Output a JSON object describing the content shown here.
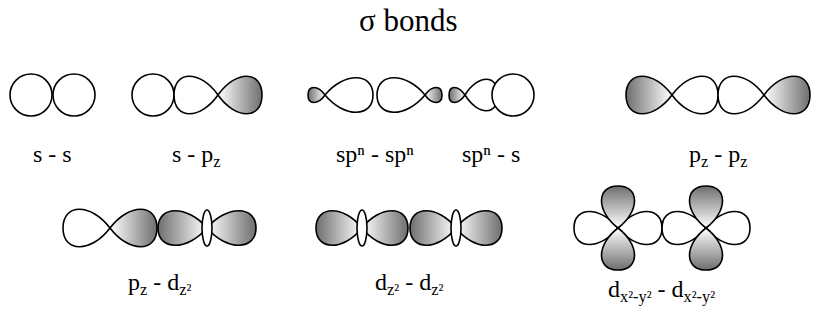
{
  "diagram": {
    "title": "σ bonds",
    "labels": [
      "s - s",
      "s - pz",
      "spⁿ - spⁿ",
      "spⁿ - s",
      "pz - pz",
      "pz - dz²",
      "dz² - dz²",
      "dx²-y² - dx²-y²"
    ]
  }
}
